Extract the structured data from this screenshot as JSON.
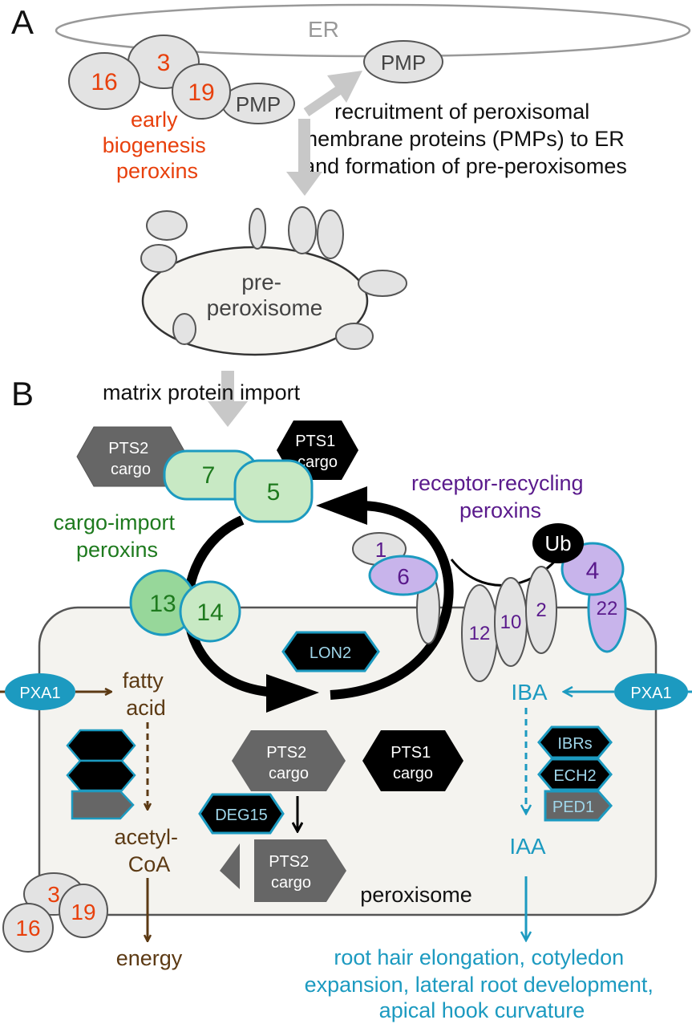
{
  "panels": {
    "a": "A",
    "b": "B"
  },
  "colors": {
    "orange": "#e8400c",
    "green": "#1e7a1e",
    "purple": "#5a1a8c",
    "brown": "#5c3a14",
    "cyan": "#1c9ac0",
    "gray_text": "#444444",
    "light_gray_text": "#999999",
    "arrow_gray": "#c8c8c8",
    "peroxisome_fill": "#f4f3ef"
  },
  "panel_a": {
    "er": "ER",
    "pmp_top": "PMP",
    "pmp_left": "PMP",
    "pex": [
      "16",
      "3",
      "19"
    ],
    "early": [
      "early",
      "biogenesis",
      "peroxins"
    ],
    "recruitment": [
      "recruitment of peroxisomal",
      "membrane proteins (PMPs) to ER",
      "and formation of pre-peroxisomes"
    ],
    "pre_peroxisome": [
      "pre-",
      "peroxisome"
    ]
  },
  "panel_b": {
    "matrix_import": "matrix protein import",
    "pts2_cargo_top": [
      "PTS2",
      "cargo"
    ],
    "pts1_cargo_top": [
      "PTS1",
      "cargo"
    ],
    "pex7": "7",
    "pex5": "5",
    "cargo_import": [
      "cargo-import",
      "peroxins"
    ],
    "pex13": "13",
    "pex14": "14",
    "recycling": [
      "receptor-recycling",
      "peroxins"
    ],
    "pex1": "1",
    "pex6": "6",
    "ub": "Ub",
    "pex4": "4",
    "pex22": "22",
    "pex12": "12",
    "pex10": "10",
    "pex2": "2",
    "lon2": "LON2",
    "pxa1_left": "PXA1",
    "pxa1_right": "PXA1",
    "fatty_acid": [
      "fatty",
      "acid"
    ],
    "acetyl_coa": [
      "acetyl-",
      "CoA"
    ],
    "energy": "energy",
    "pts2_cargo_mid": [
      "PTS2",
      "cargo"
    ],
    "pts1_cargo_mid": [
      "PTS1",
      "cargo"
    ],
    "deg15": "DEG15",
    "pts2_cargo_cleaved": [
      "PTS2",
      "cargo"
    ],
    "peroxisome": "peroxisome",
    "iba": "IBA",
    "iaa": "IAA",
    "ibrs": "IBRs",
    "ech2": "ECH2",
    "ped1": "PED1",
    "pex_bottom": [
      "3",
      "16",
      "19"
    ],
    "outcome": [
      "root hair elongation, cotyledon",
      "expansion, lateral root development,",
      "apical hook curvature"
    ]
  }
}
